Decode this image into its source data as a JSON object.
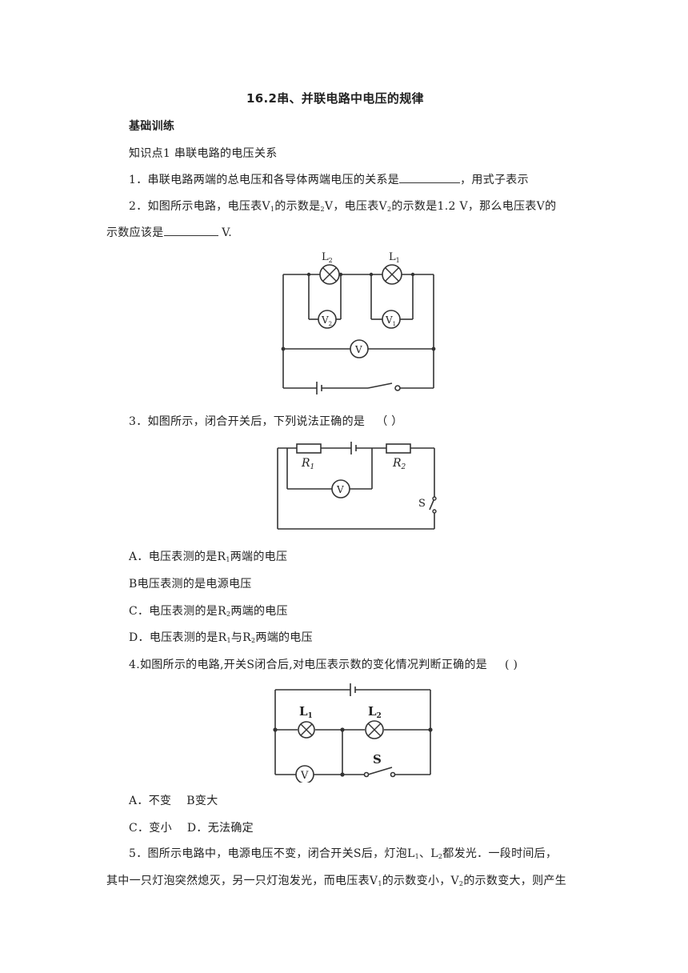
{
  "title": "16.2串、并联电路中电压的规律",
  "section": "基础训练",
  "point1": "知识点1 串联电路的电压关系",
  "q1": {
    "prefix": "1．串联电路两端的总电压和各导体两端电压的关系是",
    "suffix": "，用式子表示"
  },
  "q2": {
    "p1": "2．如图所示电路，电压表V",
    "p1_sub": "1",
    "p2": "的示数是",
    "p2_sub": "2",
    "p3": "V，电压表V",
    "p3_sub": "2",
    "p4": "的示数是1.2 V，那么电压表V的",
    "line2a": "示数应该是",
    "line2b": " V."
  },
  "fig2": {
    "l2": "L",
    "l2_sub": "2",
    "l1": "L",
    "l1_sub": "1",
    "v2": "V",
    "v2_sub": "2",
    "v1": "V",
    "v1_sub": "1",
    "v": "V"
  },
  "q3": {
    "stem": "3．如图所示，闭合开关后，下列说法正确的是",
    "bracket": "（   ）"
  },
  "fig3": {
    "r1": "R",
    "r1_sub": "1",
    "r2": "R",
    "r2_sub": "2",
    "v": "V",
    "s": "S"
  },
  "q3_options": {
    "a1": "A．电压表测的是R",
    "a_sub": "1",
    "a2": "两端的电压",
    "b": "B电压表测的是电源电压",
    "c1": "C．电压表测的是R",
    "c_sub": "2",
    "c2": "两端的电压",
    "d1": "D．电压表测的是R",
    "d_sub1": "1",
    "d2": "与R",
    "d_sub2": "2",
    "d3": "两端的电压"
  },
  "q4": {
    "stem": "4.如图所示的电路,开关S闭合后,对电压表示数的变化情况判断正确的是",
    "bracket": "(    )"
  },
  "fig4": {
    "l1": "L",
    "l1_sub": "1",
    "l2": "L",
    "l2_sub": "2",
    "v": "V",
    "s": "S"
  },
  "q4_options": {
    "line1": "A．不变    B变大",
    "line2": "C．变小    D．无法确定"
  },
  "q5": {
    "l1a": "5．图所示电路中，电源电压不变，闭合开关S后，灯泡L",
    "l1_sub1": "1",
    "l1b": "、L",
    "l1_sub2": "2",
    "l1c": "都发光．一段时间后，",
    "l2a": "其中一只灯泡突然熄灭，另一只灯泡发光，而电压表V",
    "l2_sub1": "1",
    "l2b": "的示数变小，V",
    "l2_sub2": "2",
    "l2c": "的示数变大，则产生"
  }
}
